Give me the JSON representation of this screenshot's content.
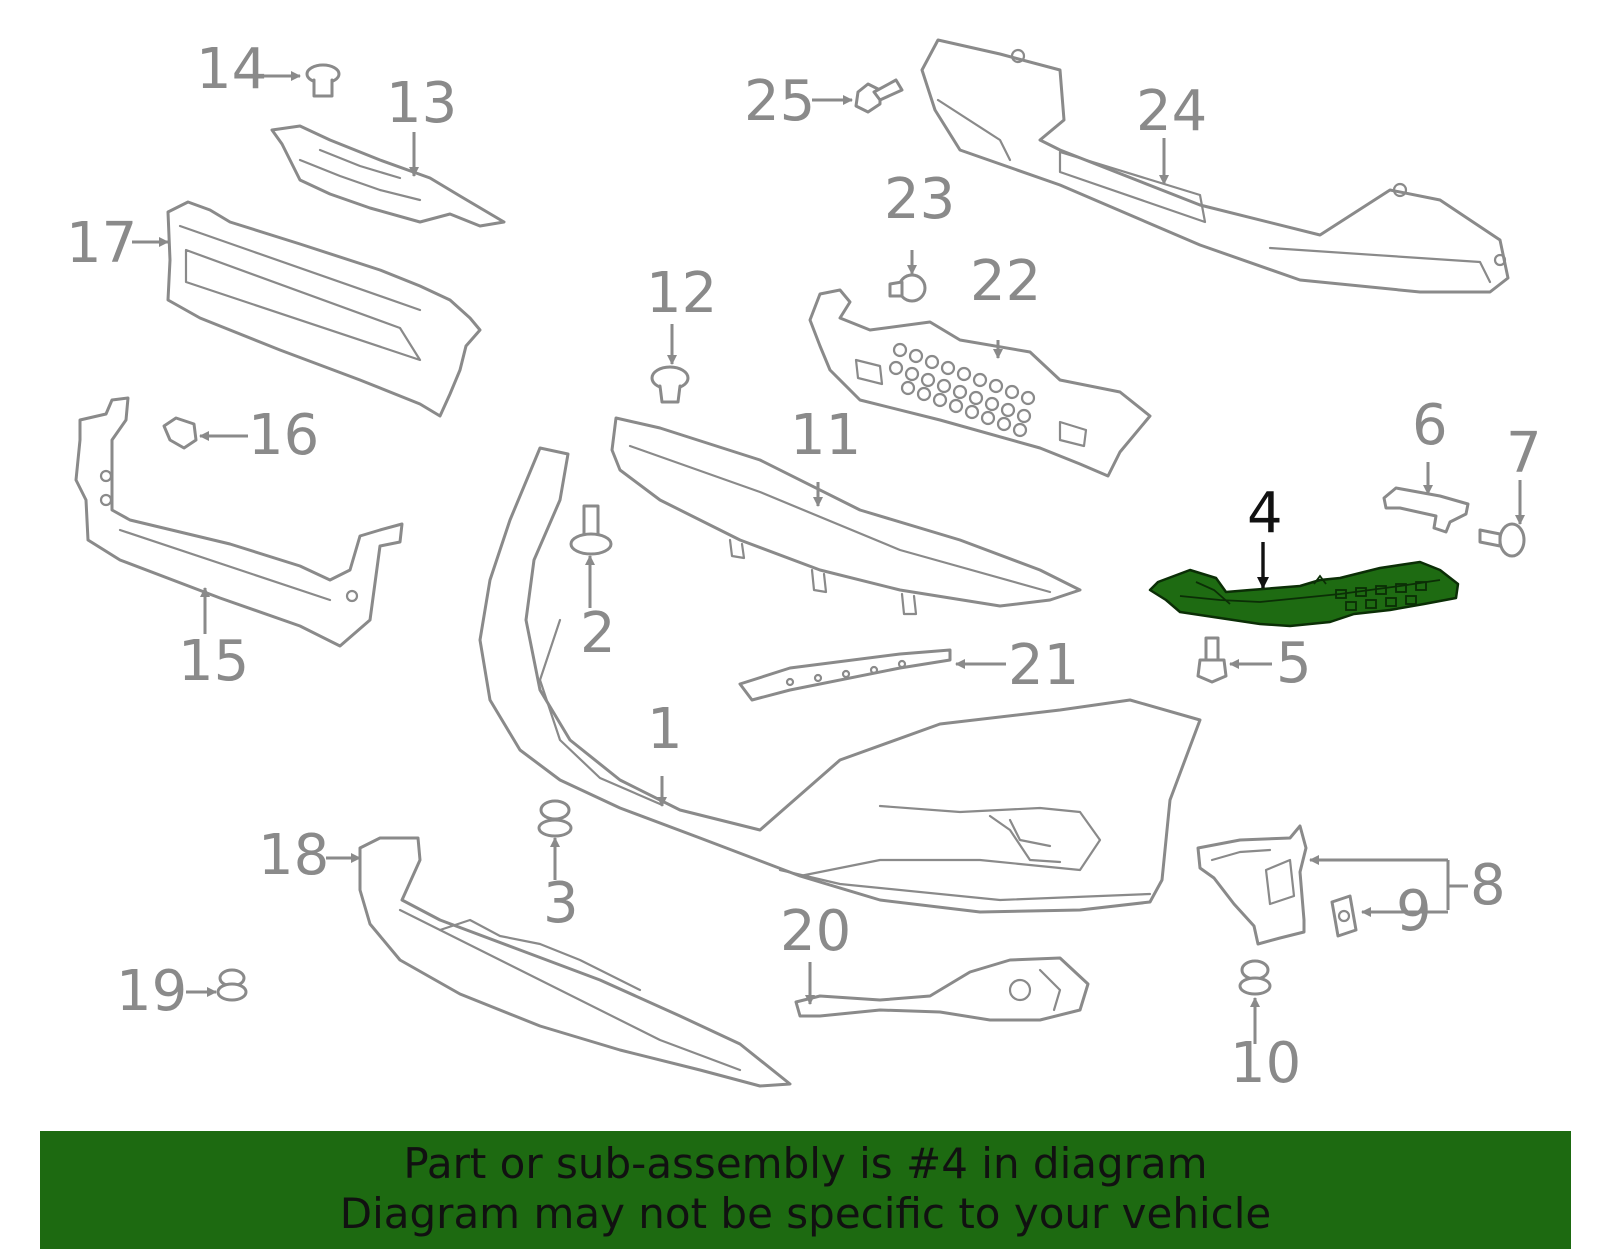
{
  "diagram": {
    "highlighted_part": "4",
    "highlight_color": "#1e6b12",
    "part_numbers": [
      "1",
      "2",
      "3",
      "4",
      "5",
      "6",
      "7",
      "8",
      "9",
      "10",
      "11",
      "12",
      "13",
      "14",
      "15",
      "16",
      "17",
      "18",
      "19",
      "20",
      "21",
      "22",
      "23",
      "24",
      "25"
    ]
  },
  "banner": {
    "line1": "Part or sub-assembly is #4 in diagram",
    "line2": "Diagram may not be specific to your vehicle",
    "background": "#1d6a11"
  }
}
